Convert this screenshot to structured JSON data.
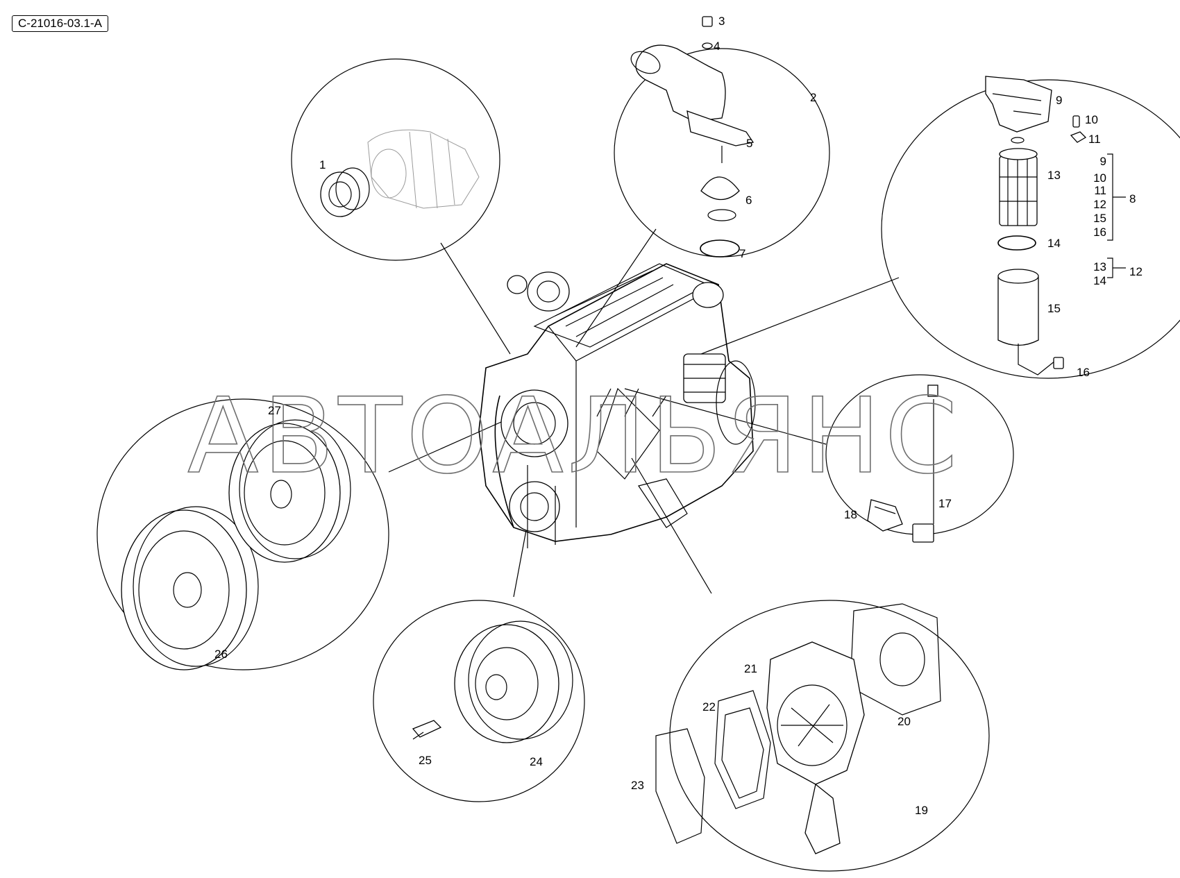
{
  "reference_code": "C-21016-03.1-A",
  "watermark": "АВТОАЛЬЯНС",
  "callouts": [
    "1",
    "2",
    "3",
    "4",
    "5",
    "6",
    "7",
    "8",
    "9",
    "10",
    "11",
    "12",
    "13",
    "14",
    "15",
    "16",
    "17",
    "18",
    "19",
    "20",
    "21",
    "22",
    "23",
    "24",
    "25",
    "26",
    "27"
  ],
  "kit_groups": [
    {
      "label": "8",
      "items": [
        "9",
        "10",
        "11",
        "12",
        "15",
        "16"
      ]
    },
    {
      "label": "12",
      "items": [
        "13",
        "14"
      ]
    }
  ]
}
